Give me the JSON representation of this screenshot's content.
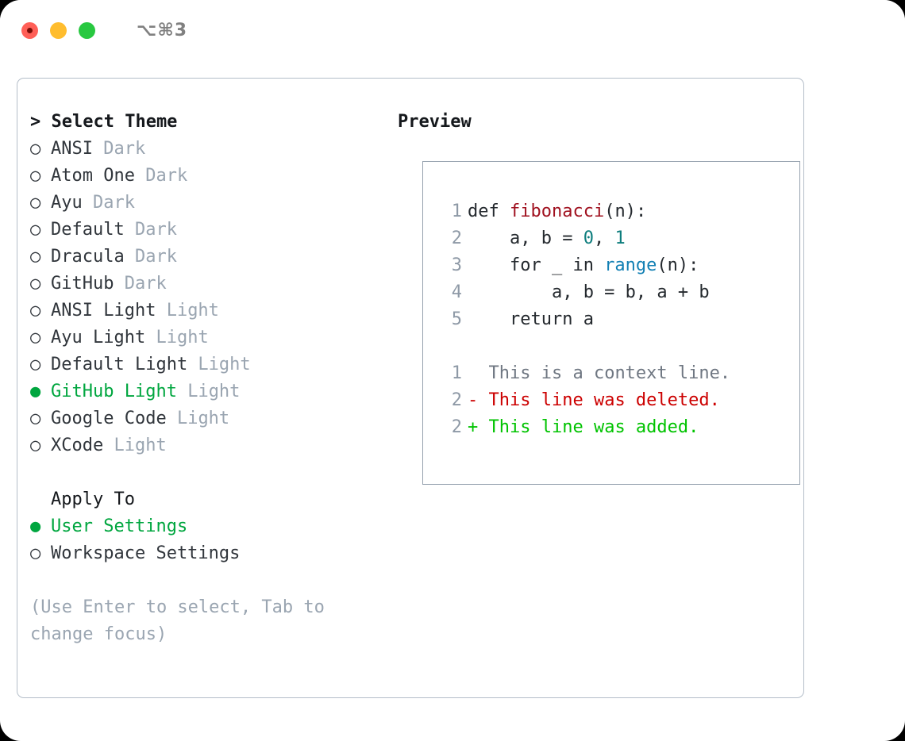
{
  "titlebar": {
    "shortcut": "⌥⌘3",
    "buttons": [
      {
        "name": "close",
        "color": "#ff5f57"
      },
      {
        "name": "minimize",
        "color": "#ffbd2e"
      },
      {
        "name": "maximize",
        "color": "#28c840"
      }
    ]
  },
  "colors": {
    "panel_border": "#b4bec9",
    "preview_border": "#95a1ae",
    "selected_green": "#00a63f",
    "tag_gray": "#9aa5b1",
    "text": "#31363c",
    "code_text": "#24292e",
    "lineno": "#8e99a6",
    "fn_red": "#a0111f",
    "num_teal": "#0d7d7d",
    "call_blue": "#1380b4",
    "diff_del": "#cc0000",
    "diff_add": "#00c300",
    "diff_context": "#6f7782",
    "shortcut_gray": "#808080"
  },
  "theme_panel": {
    "heading": "> Select Theme",
    "markers": {
      "selected": "●",
      "unselected": "○"
    },
    "items": [
      {
        "name": "ANSI",
        "tag": "Dark",
        "selected": false
      },
      {
        "name": "Atom One",
        "tag": "Dark",
        "selected": false
      },
      {
        "name": "Ayu",
        "tag": "Dark",
        "selected": false
      },
      {
        "name": "Default",
        "tag": "Dark",
        "selected": false
      },
      {
        "name": "Dracula",
        "tag": "Dark",
        "selected": false
      },
      {
        "name": "GitHub",
        "tag": "Dark",
        "selected": false
      },
      {
        "name": "ANSI Light",
        "tag": "Light",
        "selected": false
      },
      {
        "name": "Ayu Light",
        "tag": "Light",
        "selected": false
      },
      {
        "name": "Default Light",
        "tag": "Light",
        "selected": false
      },
      {
        "name": "GitHub Light",
        "tag": "Light",
        "selected": true
      },
      {
        "name": "Google Code",
        "tag": "Light",
        "selected": false
      },
      {
        "name": "XCode",
        "tag": "Light",
        "selected": false
      }
    ]
  },
  "apply_to": {
    "heading": "Apply To",
    "items": [
      {
        "name": "User Settings",
        "selected": true
      },
      {
        "name": "Workspace Settings",
        "selected": false
      }
    ]
  },
  "help_text": "(Use Enter to select, Tab to change focus)",
  "preview": {
    "heading": "Preview",
    "code_lines": [
      {
        "no": "1",
        "segments": [
          {
            "t": "def ",
            "c": "plain"
          },
          {
            "t": "fibonacci",
            "c": "fn"
          },
          {
            "t": "(n):",
            "c": "plain"
          }
        ]
      },
      {
        "no": "2",
        "segments": [
          {
            "t": "    a, b = ",
            "c": "plain"
          },
          {
            "t": "0",
            "c": "num"
          },
          {
            "t": ", ",
            "c": "plain"
          },
          {
            "t": "1",
            "c": "num"
          }
        ]
      },
      {
        "no": "3",
        "segments": [
          {
            "t": "    for _ in ",
            "c": "plain"
          },
          {
            "t": "range",
            "c": "call"
          },
          {
            "t": "(n):",
            "c": "plain"
          }
        ]
      },
      {
        "no": "4",
        "segments": [
          {
            "t": "        a, b = b, a + b",
            "c": "plain"
          }
        ]
      },
      {
        "no": "5",
        "segments": [
          {
            "t": "    return a",
            "c": "plain"
          }
        ]
      }
    ],
    "diff_lines": [
      {
        "no": "1",
        "sign": "  ",
        "text": "This is a context line.",
        "kind": "context"
      },
      {
        "no": "2",
        "sign": "- ",
        "text": "This line was deleted.",
        "kind": "del"
      },
      {
        "no": "2",
        "sign": "+ ",
        "text": "This line was added.",
        "kind": "add"
      }
    ]
  }
}
